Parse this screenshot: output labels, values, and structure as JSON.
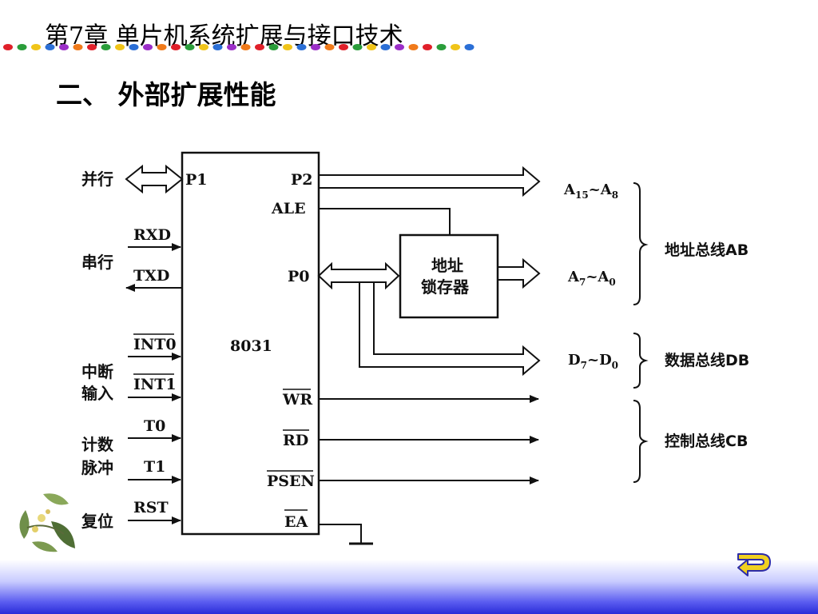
{
  "header": {
    "chapter_title": "第7章  单片机系统扩展与接口技术"
  },
  "section": {
    "heading": "二、 外部扩展性能"
  },
  "diagram": {
    "chip": {
      "name": "8031",
      "left_pins": [
        "P1",
        "RXD",
        "TXD",
        "INT0",
        "INT1",
        "T0",
        "T1",
        "RST"
      ],
      "right_pins": [
        "P2",
        "ALE",
        "P0",
        "WR",
        "RD",
        "PSEN",
        "EA"
      ]
    },
    "left_groups": {
      "parallel": "并行",
      "serial": "串行",
      "interrupt_line1": "中断",
      "interrupt_line2": "输入",
      "counter_line1": "计数",
      "counter_line2": "脉冲",
      "reset": "复位"
    },
    "latch": {
      "line1": "地址",
      "line2": "锁存器"
    },
    "bus_signals": {
      "a_high_main": "A",
      "a_high_sub1": "15",
      "a_high_tilde": "~",
      "a_high_main2": "A",
      "a_high_sub2": "8",
      "a_low_main": "A",
      "a_low_sub1": "7",
      "a_low_tilde": "~",
      "a_low_main2": "A",
      "a_low_sub2": "0",
      "d_main": "D",
      "d_sub1": "7",
      "d_tilde": "~",
      "d_main2": "D",
      "d_sub2": "0"
    },
    "buses": {
      "address": "地址总线AB",
      "data": "数据总线DB",
      "control": "控制总线CB"
    }
  },
  "colors": {
    "diagram_ink": "#111111",
    "footer_top": "#c9ccff",
    "footer_bottom": "#2a2cd8",
    "return_button": "#f0d020"
  },
  "icons": {
    "decoration": "plant-leaves-illustration",
    "nav": "return-arrow-icon"
  }
}
